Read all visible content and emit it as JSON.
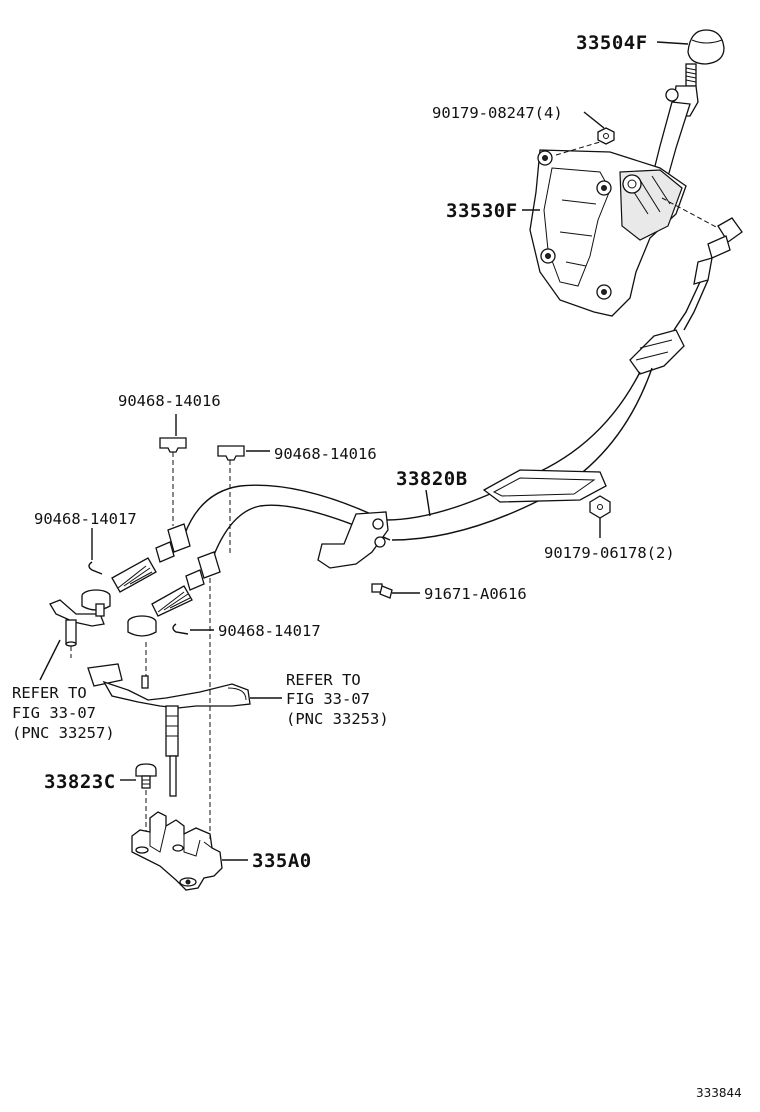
{
  "diagram": {
    "callouts": [
      {
        "id": "shift-knob",
        "text": "33504F"
      },
      {
        "id": "nut-upper",
        "text": "90179-08247(4)"
      },
      {
        "id": "shift-lever-housing",
        "text": "33530F"
      },
      {
        "id": "clip-upper-left",
        "text": "90468-14016"
      },
      {
        "id": "clip-upper-right",
        "text": "90468-14016"
      },
      {
        "id": "cable-assy",
        "text": "33820B"
      },
      {
        "id": "pin-upper-left",
        "text": "90468-14017"
      },
      {
        "id": "nut-lower",
        "text": "90179-06178(2)"
      },
      {
        "id": "bolt-bracket",
        "text": "91671-A0616"
      },
      {
        "id": "pin-lower",
        "text": "90468-14017"
      },
      {
        "id": "bolt-lower",
        "text": "33823C"
      },
      {
        "id": "bracket-base",
        "text": "335A0"
      }
    ],
    "refer_left": {
      "line1": "REFER TO",
      "line2": "FIG 33-07",
      "line3": "(PNC 33257)"
    },
    "refer_right": {
      "line1": "REFER TO",
      "line2": "FIG 33-07",
      "line3": "(PNC 33253)"
    },
    "figure_code": "333844"
  }
}
